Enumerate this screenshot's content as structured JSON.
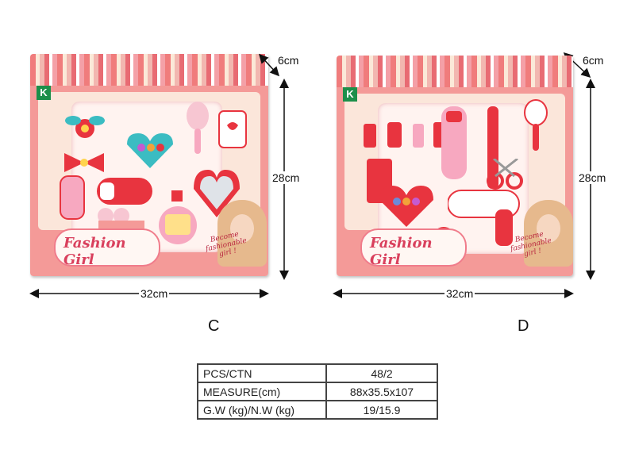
{
  "package_c": {
    "brand_logo": "K",
    "banner_title": "Fashion Girl",
    "slogan": "Become fashionable girl !",
    "label": "C",
    "dimensions": {
      "depth": "6cm",
      "height": "28cm",
      "width": "32cm"
    }
  },
  "package_d": {
    "brand_logo": "K",
    "banner_title": "Fashion Girl",
    "slogan": "Become fashionable girl !",
    "label": "D",
    "dimensions": {
      "depth": "6cm",
      "height": "28cm",
      "width": "32cm"
    }
  },
  "spec_table": {
    "rows": [
      {
        "key": "PCS/CTN",
        "value": "48/2"
      },
      {
        "key": "MEASURE(cm)",
        "value": "88x35.5x107"
      },
      {
        "key": "G.W (kg)/N.W (kg)",
        "value": "19/15.9"
      }
    ]
  },
  "colors": {
    "box_frame": "#f49a98",
    "toy_red": "#e8343f",
    "toy_pink": "#f7a8c0",
    "dimension_arrow": "#111111"
  }
}
